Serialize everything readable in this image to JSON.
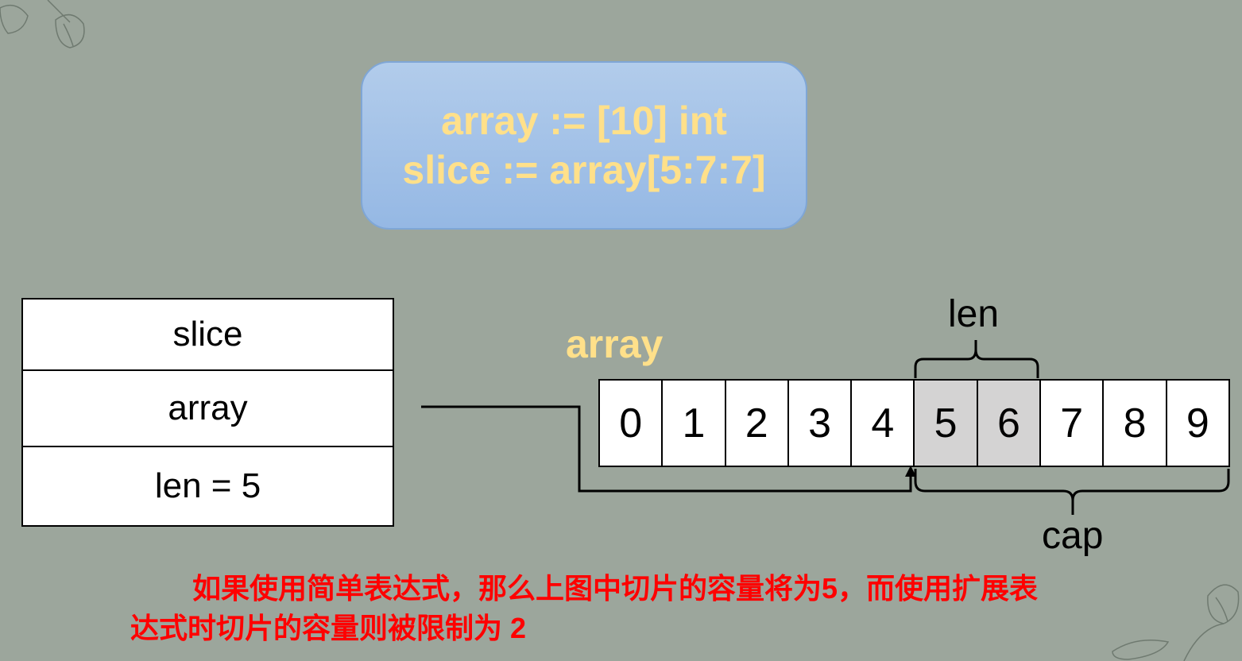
{
  "code": {
    "line1": "array := [10] int",
    "line2": "slice := array[5:7:7]"
  },
  "slice_struct": {
    "rows": [
      "slice",
      "array",
      "len = 5"
    ]
  },
  "array_label": "array",
  "array_cells": [
    "0",
    "1",
    "2",
    "3",
    "4",
    "5",
    "6",
    "7",
    "8",
    "9"
  ],
  "highlighted_cells": [
    5,
    6
  ],
  "len_label": "len",
  "cap_label": "cap",
  "note": {
    "line1": "如果使用简单表达式，那么上图中切片的容量将为5，而使用扩展表",
    "line2": "达式时切片的容量则被限制为 2"
  },
  "colors": {
    "background": "#9ca69c",
    "code_text": "#ffe08a",
    "highlight_cell": "#d4d3d3",
    "note_text": "#ff0000"
  }
}
